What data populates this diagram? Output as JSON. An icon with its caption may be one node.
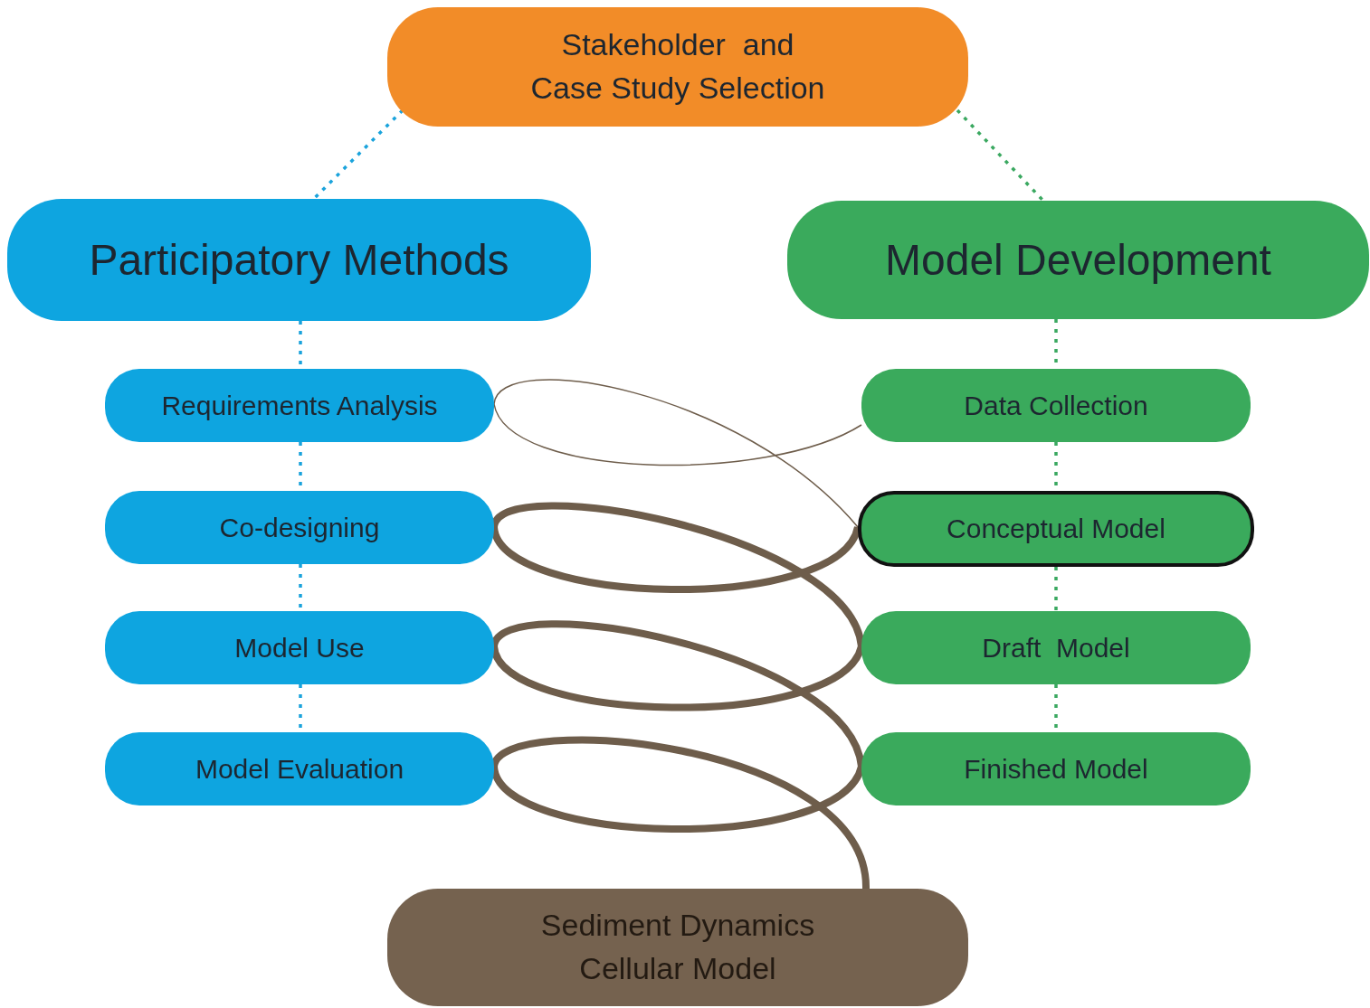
{
  "diagram": {
    "nodes": [
      {
        "text": [
          "Stakeholder  and Case Study Selection"
        ]
      },
      {
        "text": [
          "Participatory Methods"
        ]
      },
      {
        "text": [
          "Model Development"
        ]
      },
      {
        "text": [
          "Requirements Analysis"
        ]
      },
      {
        "text": [
          "Co-designing"
        ]
      },
      {
        "text": [
          "Model Use"
        ]
      },
      {
        "text": [
          "Model Evaluation"
        ]
      },
      {
        "text": [
          "Data Collection"
        ]
      },
      {
        "text": [
          "Conceptual Model"
        ]
      },
      {
        "text": [
          "Draft  Model"
        ]
      },
      {
        "text": [
          "Finished Model"
        ]
      },
      {
        "text": [
          "Sediment Dynamics Cellular Model"
        ]
      }
    ],
    "edges": [
      {
        "from": 0,
        "to": 1,
        "arrow": "none",
        "style": "dashed",
        "color": "#1aa3dc"
      },
      {
        "from": 0,
        "to": 2,
        "arrow": "none",
        "style": "dashed",
        "color": "#3aa860"
      },
      {
        "from": 1,
        "to": 3,
        "arrow": "none",
        "style": "dashed",
        "color": "#1aa3dc"
      },
      {
        "from": 3,
        "to": 4,
        "arrow": "none",
        "style": "dashed",
        "color": "#1aa3dc"
      },
      {
        "from": 4,
        "to": 5,
        "arrow": "none",
        "style": "dashed",
        "color": "#1aa3dc"
      },
      {
        "from": 5,
        "to": 6,
        "arrow": "none",
        "style": "dashed",
        "color": "#1aa3dc"
      },
      {
        "from": 2,
        "to": 7,
        "arrow": "none",
        "style": "dashed",
        "color": "#3aa860"
      },
      {
        "from": 7,
        "to": 8,
        "arrow": "none",
        "style": "dashed",
        "color": "#3aa860"
      },
      {
        "from": 8,
        "to": 9,
        "arrow": "none",
        "style": "dashed",
        "color": "#3aa860"
      },
      {
        "from": 9,
        "to": 10,
        "arrow": "none",
        "style": "dashed",
        "color": "#3aa860"
      },
      {
        "from": 7,
        "to": 3,
        "arrow": "none",
        "color": "#6e5d4b"
      },
      {
        "from": 3,
        "to": 8,
        "arrow": "none",
        "color": "#6e5d4b"
      },
      {
        "from": 8,
        "to": 4,
        "arrow": "none",
        "style": "thick",
        "color": "#6e5d4b"
      },
      {
        "from": 4,
        "to": 9,
        "arrow": "none",
        "style": "thick",
        "color": "#6e5d4b"
      },
      {
        "from": 9,
        "to": 5,
        "arrow": "none",
        "style": "thick",
        "color": "#6e5d4b"
      },
      {
        "from": 5,
        "to": 10,
        "arrow": "none",
        "style": "thick",
        "color": "#6e5d4b"
      },
      {
        "from": 10,
        "to": 6,
        "arrow": "none",
        "style": "thick",
        "color": "#6e5d4b"
      },
      {
        "from": 6,
        "to": 11,
        "arrow": "none",
        "style": "thick",
        "color": "#6e5d4b"
      }
    ]
  }
}
